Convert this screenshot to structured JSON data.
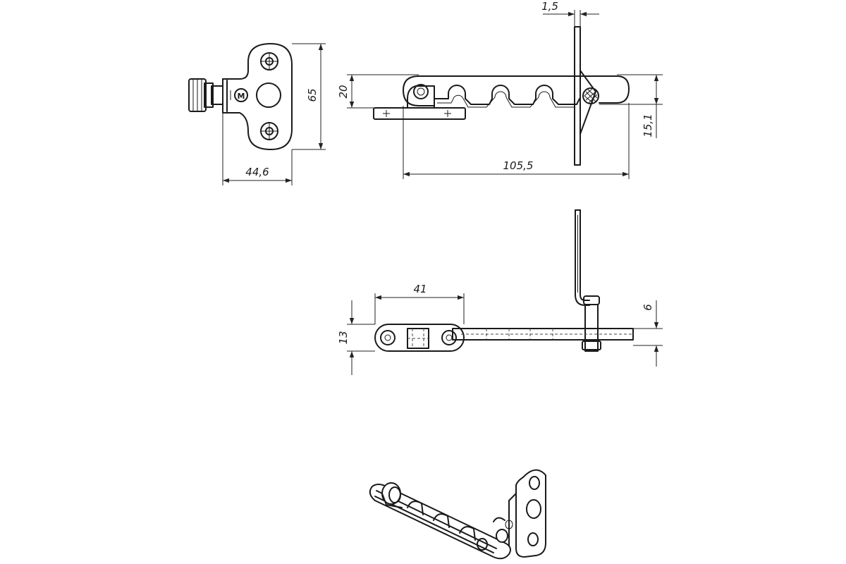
{
  "dimensions": {
    "front_height": "65",
    "front_width": "44,6",
    "top_thickness": "1,5",
    "top_height": "20",
    "top_right_height": "15,1",
    "top_length": "105,5",
    "side_spacing": "41",
    "side_height": "13",
    "side_pin": "6"
  },
  "mark": "M"
}
